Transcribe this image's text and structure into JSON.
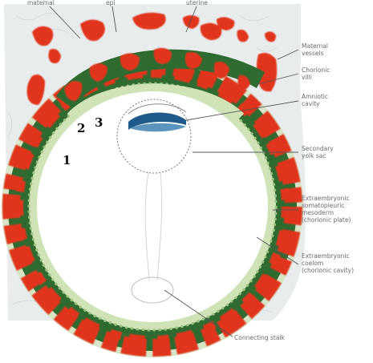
{
  "labels": {
    "top_left": "maternal",
    "top_mid": "epi",
    "top_right": "uterine",
    "right_1_line1": "Maternal",
    "right_1_line2": "vessels",
    "right_2_line1": "Chorionic",
    "right_2_line2": "villi",
    "right_3_line1": "Amniotic",
    "right_3_line2": "cavity",
    "right_4_line1": "Secondary",
    "right_4_line2": "yolk sac",
    "right_5_line1": "Extraembryonic",
    "right_5_line2": "somatopleuric",
    "right_5_line3": "mesoderm",
    "right_5_line4": "(chorionic plate)",
    "right_6_line1": "Extraembryonic",
    "right_6_line2": "coelom",
    "right_6_line3": "(chorionic cavity)",
    "bottom": "Connecting stalk"
  },
  "numbers": {
    "n1": "1",
    "n2": "2",
    "n3": "3"
  },
  "colors": {
    "trophoblast_red": "#e0351c",
    "villus_green": "#3f7d3a",
    "mesoderm_light": "#cfe3b6",
    "endometrium": "#e9eced",
    "embryo_blue": "#1f5a8a"
  }
}
